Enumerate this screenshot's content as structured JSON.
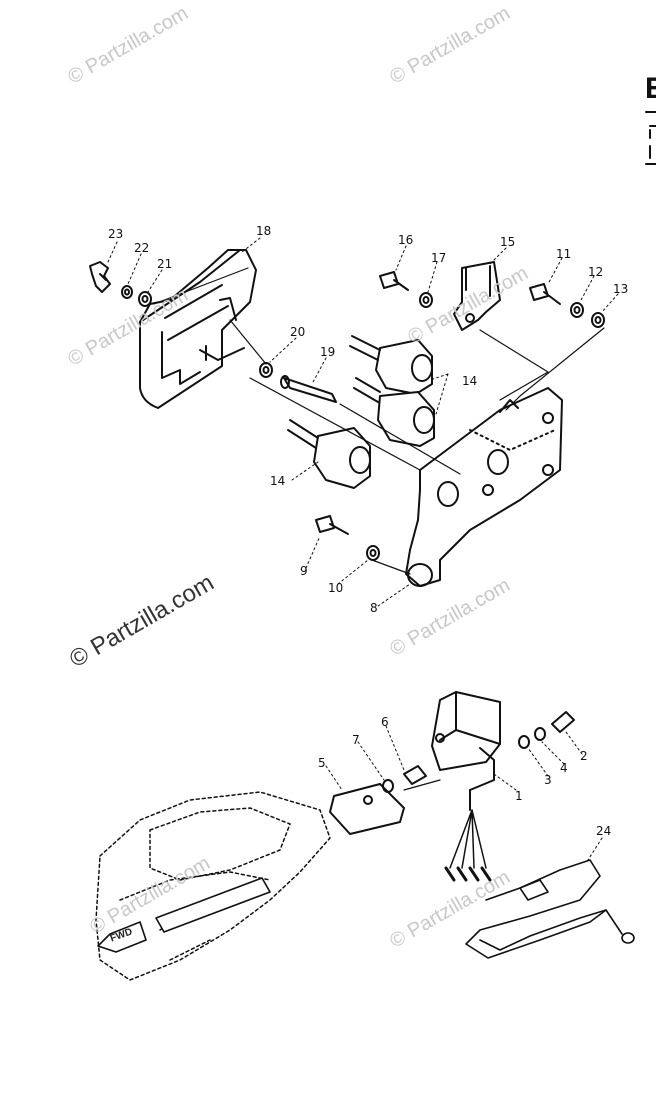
{
  "watermark": {
    "text": "© Partzilla.com"
  },
  "corner_mark": {
    "letter": "E"
  },
  "fwd_tag": "FWD",
  "callouts": [
    "1",
    "2",
    "3",
    "4",
    "5",
    "6",
    "7",
    "8",
    "9",
    "10",
    "11",
    "12",
    "13",
    "14",
    "14b",
    "15",
    "16",
    "17",
    "18",
    "19",
    "20",
    "21",
    "22",
    "23",
    "24"
  ],
  "callout_text": {
    "1": "1",
    "2": "2",
    "3": "3",
    "4": "4",
    "5": "5",
    "6": "6",
    "7": "7",
    "8": "8",
    "9": "9",
    "10": "10",
    "11": "11",
    "12": "12",
    "13": "13",
    "14": "14",
    "14b": "14",
    "15": "15",
    "16": "16",
    "17": "17",
    "18": "18",
    "19": "19",
    "20": "20",
    "21": "21",
    "22": "22",
    "23": "23",
    "24": "24"
  },
  "colors": {
    "ink": "#111111",
    "watermark": "#c8c8c8",
    "background": "#ffffff"
  }
}
